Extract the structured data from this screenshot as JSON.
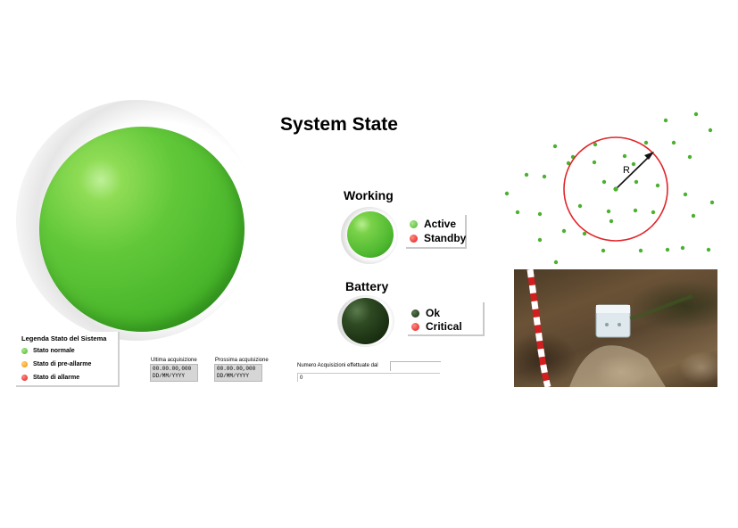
{
  "title": "System State",
  "colors": {
    "accent_green": "#48b52a",
    "alarm_red": "#e01a1a",
    "prealarm_orange": "#f08c00",
    "battery_dark": "#1b3012"
  },
  "working": {
    "label": "Working",
    "legend": [
      {
        "label": "Active",
        "color": "green"
      },
      {
        "label": "Standby",
        "color": "red"
      }
    ]
  },
  "battery": {
    "label": "Battery",
    "legend": [
      {
        "label": "Ok",
        "color": "dark-green"
      },
      {
        "label": "Critical",
        "color": "red"
      }
    ]
  },
  "system_legend": {
    "title": "Legenda Stato del Sistema",
    "items": [
      {
        "label": "Stato normale",
        "color": "green"
      },
      {
        "label": "Stato di pre-allarme",
        "color": "orange"
      },
      {
        "label": "Stato di allarme",
        "color": "red"
      }
    ]
  },
  "last_acquisition": {
    "label": "Ultima acquisizione",
    "time": "00.00.00,000",
    "date": "DD/MM/YYYY"
  },
  "next_acquisition": {
    "label": "Prossima acquisizione",
    "time": "00.00.00,000",
    "date": "DD/MM/YYYY"
  },
  "acquisition_count": {
    "label": "Numero Acquisizioni effettuate dal",
    "value": "0"
  },
  "diagram": {
    "radius_label": "R"
  }
}
